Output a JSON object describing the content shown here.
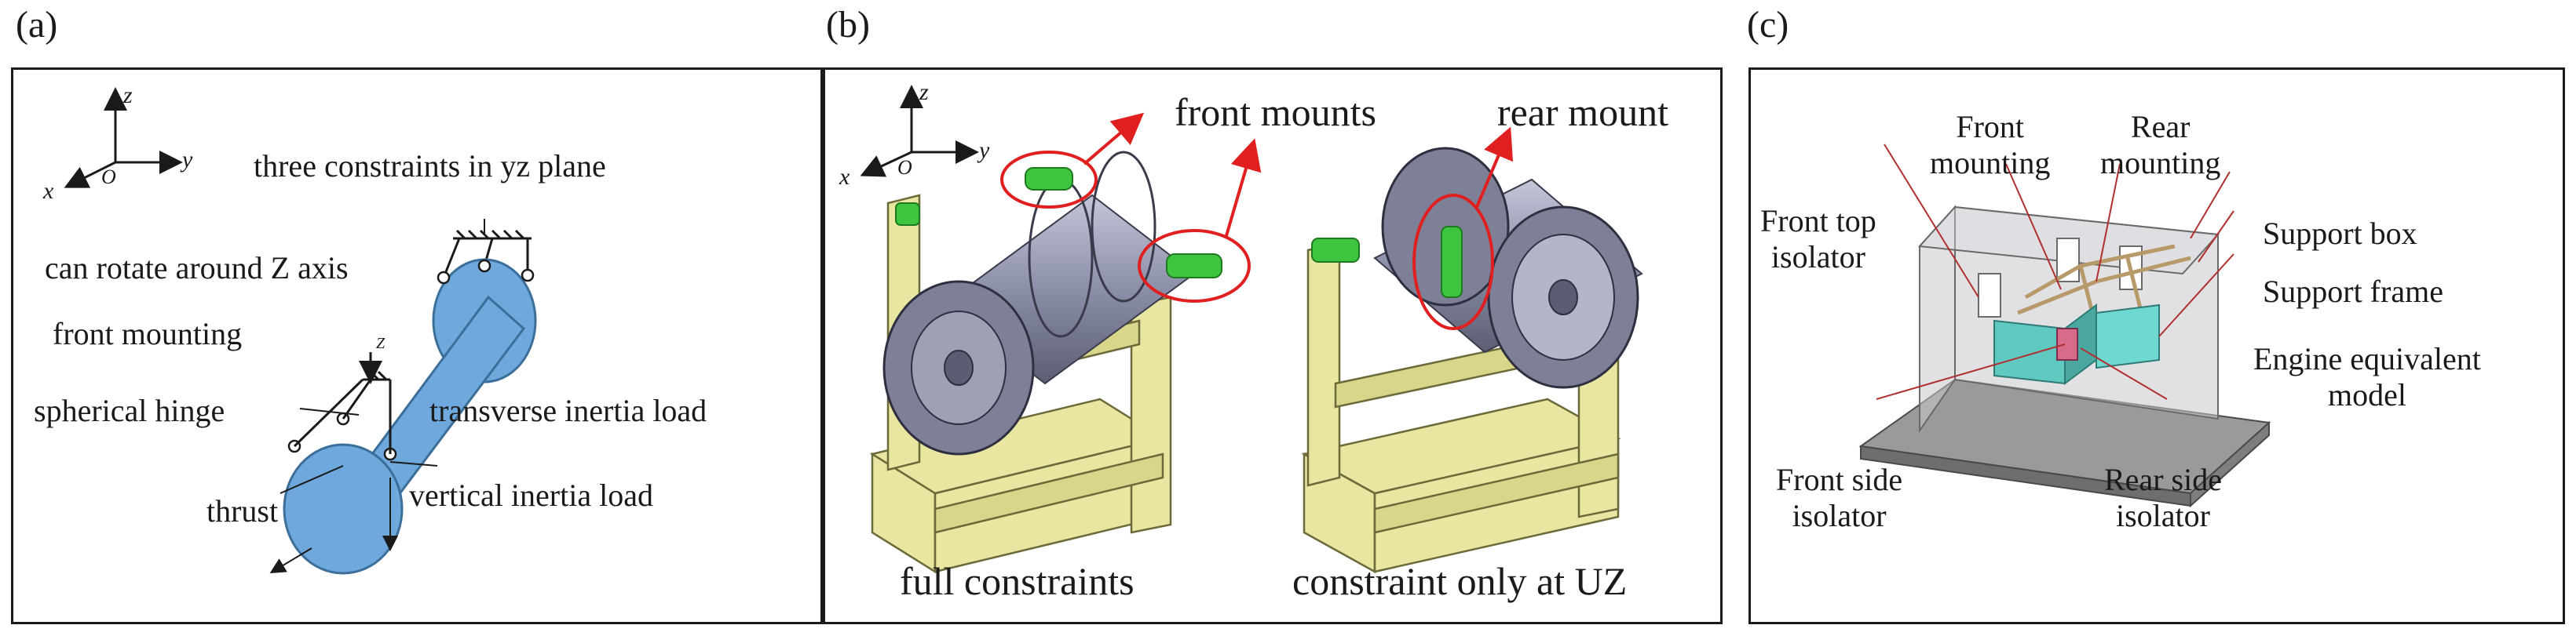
{
  "figure": {
    "panel_a": {
      "label": "(a)",
      "axes": {
        "z": "z",
        "x": "x",
        "o": "O",
        "y": "y"
      },
      "small_z": "Z",
      "annotations": {
        "three_constraints": "three constraints in yz plane",
        "can_rotate": "can rotate around Z axis",
        "front_mounting": "front mounting",
        "spherical_hinge": "spherical hinge",
        "transverse_load": "transverse inertia load",
        "thrust": "thrust",
        "vertical_load": "vertical inertia load"
      }
    },
    "panel_b": {
      "label": "(b)",
      "axes": {
        "z": "z",
        "x": "x",
        "o": "O",
        "y": "y"
      },
      "annotations": {
        "front_mounts": "front mounts",
        "rear_mount": "rear mount",
        "full_constraints": "full constraints",
        "constraint_uz": "constraint only at UZ"
      }
    },
    "panel_c": {
      "label": "(c)",
      "annotations": {
        "front_mounting": "Front\nmounting",
        "rear_mounting": "Rear\nmounting",
        "front_top_isolator": "Front top\nisolator",
        "support_box": "Support box",
        "support_frame": "Support frame",
        "engine_model": "Engine equivalent\nmodel",
        "front_side_isolator": "Front side\nisolator",
        "rear_side_isolator": "Rear side\nisolator"
      }
    },
    "colors": {
      "engine_blue": "#6fa8dc",
      "stand_yellow": "#e8e6a0",
      "mount_green": "#3ec43e",
      "highlight_red": "#e02020",
      "engine_gray": "#8b8fa8"
    }
  }
}
